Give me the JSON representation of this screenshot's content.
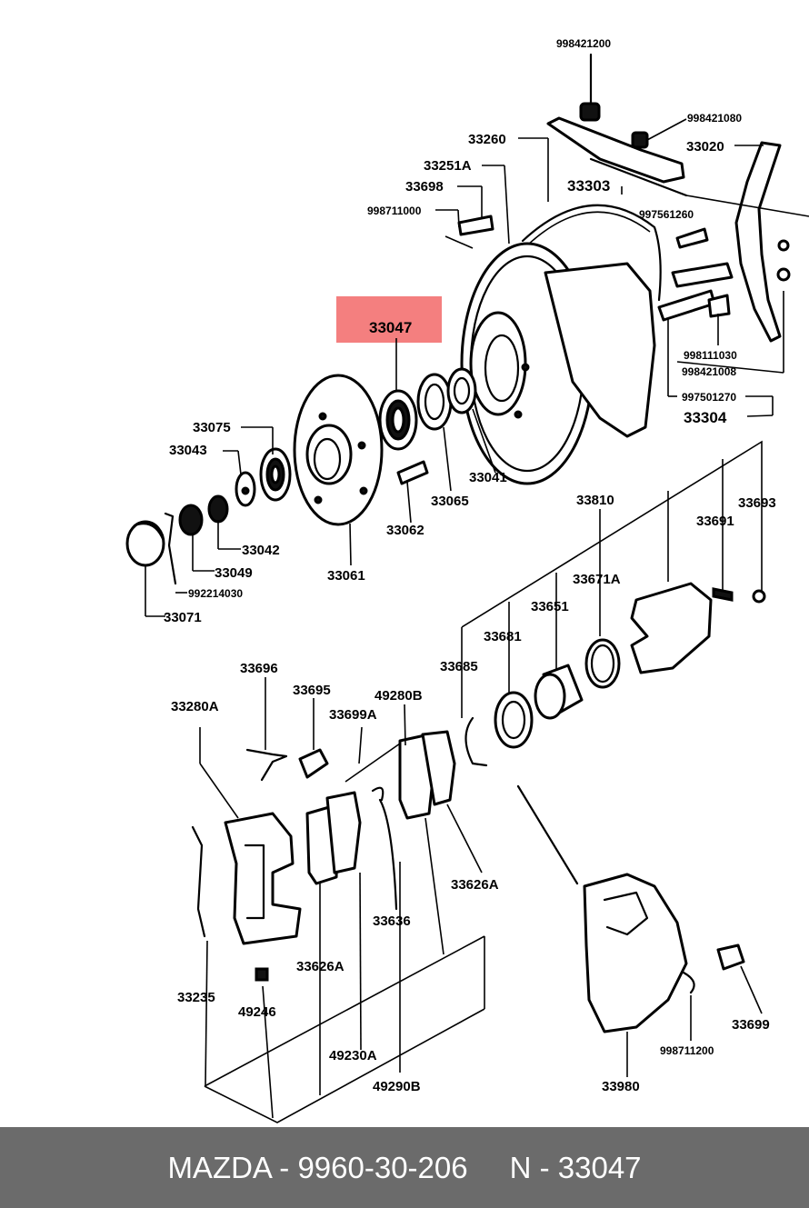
{
  "footer": {
    "brand_part": "MAZDA - 9960-30-206",
    "ref": "N - 33047"
  },
  "highlight": {
    "label": "33047",
    "color": "#f47f7f"
  },
  "labels": {
    "l998421200": "998421200",
    "l998421080": "998421080",
    "l33260": "33260",
    "l33020": "33020",
    "l33251a": "33251A",
    "l33698": "33698",
    "l33303": "33303",
    "l998711000": "998711000",
    "l997561260": "997561260",
    "l33047": "33047",
    "l998111030": "998111030",
    "l998421008": "998421008",
    "l997501270": "997501270",
    "l33304": "33304",
    "l33075": "33075",
    "l33043": "33043",
    "l33041": "33041",
    "l33065": "33065",
    "l33062": "33062",
    "l33042": "33042",
    "l33049": "33049",
    "l992214030": "992214030",
    "l33061": "33061",
    "l33071": "33071",
    "l33810": "33810",
    "l33693": "33693",
    "l33691": "33691",
    "l33671a": "33671A",
    "l33651": "33651",
    "l33681": "33681",
    "l33685": "33685",
    "l33696": "33696",
    "l33695": "33695",
    "l49280b_top": "49280B",
    "l33280a": "33280A",
    "l33699a": "33699A",
    "l33626a_r": "33626A",
    "l33636": "33636",
    "l33626a_l": "33626A",
    "l33235": "33235",
    "l49246": "49246",
    "l49230a": "49230A",
    "l49280b_bot": "49290B",
    "l33699": "33699",
    "l998711200": "998711200",
    "l33980": "33980"
  }
}
